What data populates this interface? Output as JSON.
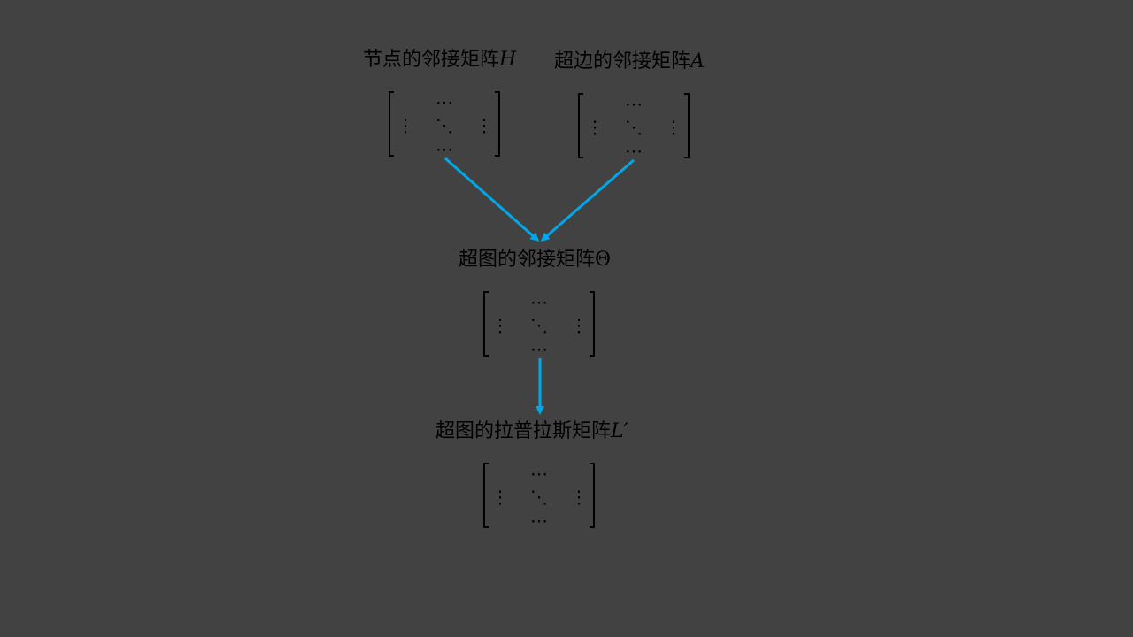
{
  "diagram": {
    "arrow_color": "#00a8e8",
    "text_color": "#000000",
    "background_color": "#424242",
    "node_matrix": {
      "label": "节点的邻接矩阵",
      "symbol": "H"
    },
    "edge_matrix": {
      "label": "超边的邻接矩阵",
      "symbol": "A"
    },
    "hypergraph_adjacency": {
      "label": "超图的邻接矩阵",
      "symbol": "Θ"
    },
    "hypergraph_laplacian": {
      "label": "超图的拉普拉斯矩阵",
      "symbol": "L′"
    },
    "matrix_glyphs": {
      "hdots": "⋯",
      "vdots": "⋮",
      "ddots": "⋱"
    }
  }
}
